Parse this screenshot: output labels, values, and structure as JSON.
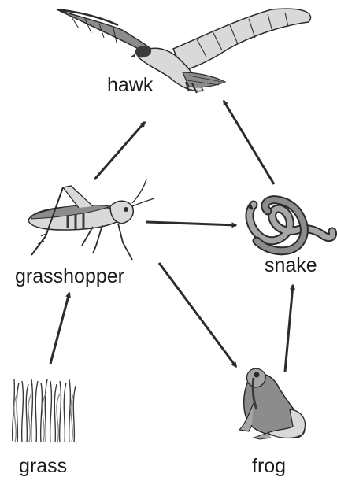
{
  "organisms": {
    "hawk": "hawk",
    "grasshopper": "grasshopper",
    "snake": "snake",
    "grass": "grass",
    "frog": "frog"
  },
  "arrows": [
    {
      "from": "grass",
      "to": "grasshopper"
    },
    {
      "from": "grasshopper",
      "to": "hawk"
    },
    {
      "from": "grasshopper",
      "to": "snake"
    },
    {
      "from": "grasshopper",
      "to": "frog"
    },
    {
      "from": "frog",
      "to": "snake"
    },
    {
      "from": "snake",
      "to": "hawk"
    }
  ],
  "colors": {
    "arrow": "#2b2b2b",
    "illustration_dark": "#3a3a3a",
    "illustration_mid": "#8c8c8c",
    "illustration_light": "#d9d9d9"
  }
}
